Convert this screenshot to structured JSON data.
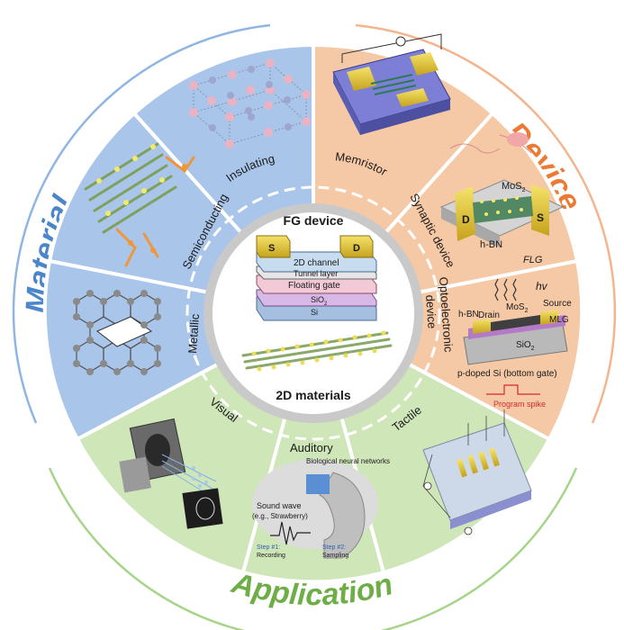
{
  "colors": {
    "material": "#6f9fd6",
    "material_panel": "#a9c6ea",
    "device": "#f08a4b",
    "device_panel": "#f6c9a6",
    "application": "#8cc866",
    "application_panel": "#cfe6b9",
    "center_ring": "#c9c9c9"
  },
  "categories": {
    "material": "Material",
    "device": "Device",
    "application": "Application"
  },
  "sectors": {
    "insulating": "Insulating",
    "semiconducting": "Semiconducting",
    "metallic": "Metallic",
    "memristor": "Memristor",
    "synaptic": "Synaptic device",
    "optoelectronic_1": "Optoelectronic",
    "optoelectronic_2": "device",
    "visual": "Visual",
    "auditory": "Auditory",
    "tactile": "Tactile"
  },
  "center": {
    "title": "FG device",
    "subtitle": "2D materials",
    "stack": {
      "s_left": "S",
      "d_right": "D",
      "channel": "2D channel",
      "tunnel": "Tunnel layer",
      "floating_gate": "Floating gate",
      "oxide": "SiO",
      "oxide_sub": "2",
      "substrate": "Si"
    }
  },
  "panels": {
    "synaptic": {
      "mos2": "MoS",
      "mos2_sub": "2",
      "d": "D",
      "s": "S",
      "hbn": "h-BN",
      "flg": "FLG"
    },
    "opto": {
      "hv": "hv",
      "drain": "Drain",
      "mos2": "MoS",
      "mos2_sub": "2",
      "source": "Source",
      "hbn": "h-BN",
      "mlg": "MLG",
      "sio2": "SiO",
      "sio2_sub": "2",
      "substrate": "p-doped Si (bottom gate)",
      "pulse": "Program spike"
    },
    "auditory": {
      "network": "Biological neural networks",
      "sound": "Sound wave",
      "sound_eg": "(e.g., Strawberry)",
      "step1": "Step #1:",
      "step1_b": "Recording",
      "step2": "Step #2:",
      "step2_b": "Sampling"
    }
  }
}
